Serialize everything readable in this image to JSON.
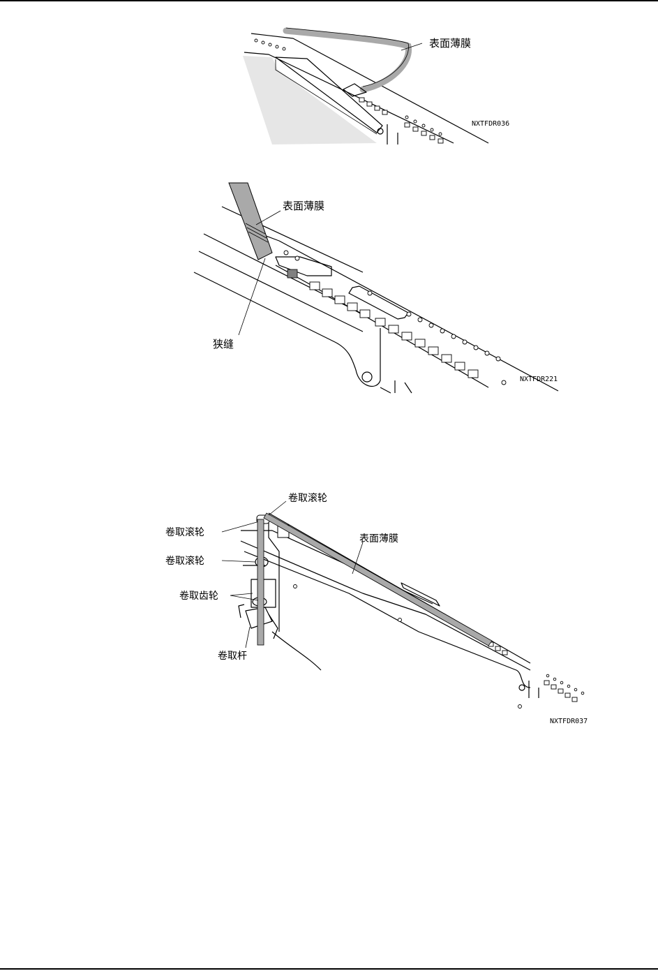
{
  "figure1": {
    "film_label": "表面薄膜",
    "code": "NXTFDR036"
  },
  "figure2": {
    "film_label": "表面薄膜",
    "slit_label": "狭缝",
    "code": "NXTFDR221"
  },
  "figure3": {
    "roller_top_label": "卷取滚轮",
    "roller_left_label": "卷取滚轮",
    "roller_mid_label": "卷取滚轮",
    "film_label": "表面薄膜",
    "gear_label": "卷取齿轮",
    "lever_label": "卷取杆",
    "code": "NXTFDR037"
  },
  "colors": {
    "film": "#a9a9a9",
    "shade": "#e6e6e6",
    "line": "#000000"
  }
}
